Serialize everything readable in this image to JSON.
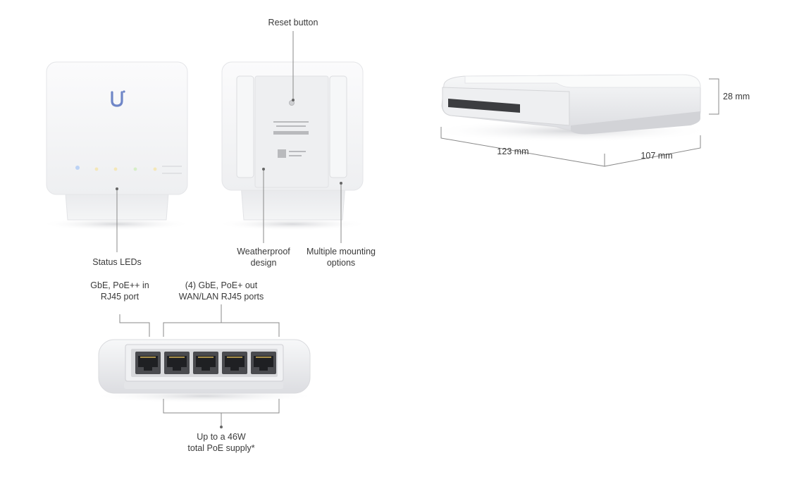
{
  "callouts": {
    "reset_button": "Reset button",
    "status_leds": "Status LEDs",
    "weatherproof": [
      "Weatherproof",
      "design"
    ],
    "mounting": [
      "Multiple mounting",
      "options"
    ],
    "poe_in": [
      "GbE, PoE++ in",
      "RJ45 port"
    ],
    "poe_out": [
      "(4) GbE, PoE+ out",
      "WAN/LAN RJ45 ports"
    ],
    "poe_supply": [
      "Up to a 46W",
      "total PoE supply*"
    ]
  },
  "dimensions": {
    "height": "28 mm",
    "width": "123 mm",
    "depth": "107 mm"
  },
  "device": {
    "logo_letter": "U",
    "port_count": 5
  }
}
